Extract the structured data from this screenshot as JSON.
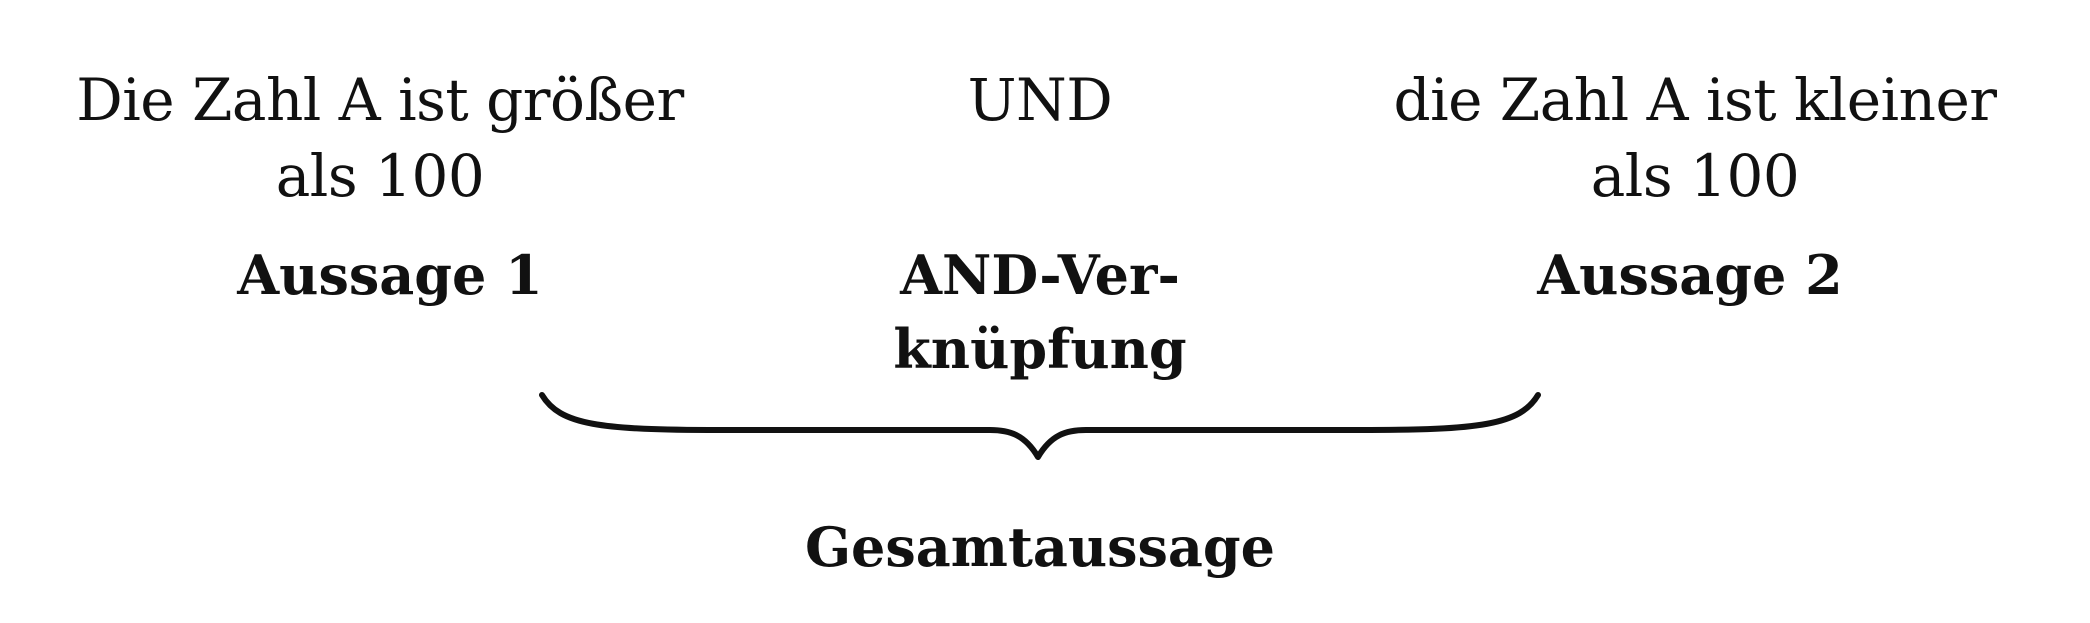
{
  "statement_1": {
    "lines": [
      "Die Zahl A ist größer",
      "als 100"
    ],
    "label": "Aussage 1"
  },
  "operator": {
    "text": "UND",
    "label_lines": [
      "AND-Ver-",
      "knüpfung"
    ]
  },
  "statement_2": {
    "lines": [
      "die Zahl A ist kleiner",
      "als 100"
    ],
    "label": "Aussage 2"
  },
  "result_label": "Gesamtaussage",
  "colors": {
    "text": "#111111",
    "background": "#ffffff"
  }
}
